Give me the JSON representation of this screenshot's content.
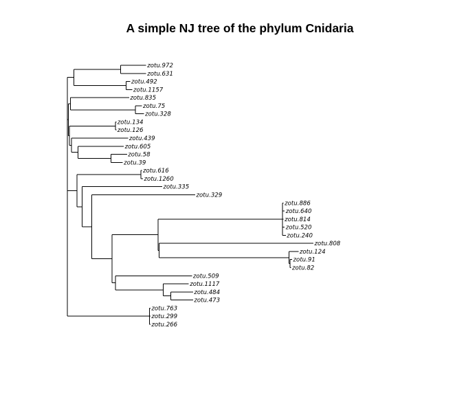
{
  "title": "A simple NJ tree of the phylum Cnidaria",
  "tree": {
    "children": [
      {
        "children": [
          {
            "children": [
              {
                "label": "zotu.972",
                "len": 2.4
              },
              {
                "label": "zotu.631",
                "len": 2.4
              }
            ],
            "len": 4.4
          },
          {
            "children": [
              {
                "label": "zotu.492",
                "len": 0.4
              },
              {
                "label": "zotu.1157",
                "len": 0.6
              }
            ],
            "len": 4.9
          }
        ],
        "len": 0.6
      },
      {
        "children": [
          {
            "children": [
              {
                "label": "zotu.835",
                "len": 5.5
              },
              {
                "children": [
                  {
                    "label": "zotu.75",
                    "len": 0.6
                  },
                  {
                    "label": "zotu.328",
                    "len": 0.8
                  }
                ],
                "len": 6.1
              }
            ],
            "len": 0.2
          },
          {
            "children": [
              {
                "children": [
                  {
                    "label": "zotu.134",
                    "len": 0.1
                  },
                  {
                    "label": "zotu.126",
                    "len": 0.1
                  }
                ],
                "len": 4.3
              },
              {
                "children": [
                  {
                    "label": "zotu.439",
                    "len": 5.3
                  },
                  {
                    "children": [
                      {
                        "label": "zotu.605",
                        "len": 4.3
                      },
                      {
                        "children": [
                          {
                            "label": "zotu.58",
                            "len": 1.5
                          },
                          {
                            "label": "zotu.39",
                            "len": 1.1
                          }
                        ],
                        "len": 3.1
                      }
                    ],
                    "len": 0.6
                  }
                ],
                "len": 0.2
              }
            ],
            "len": 0.1
          }
        ],
        "len": 0.1
      },
      {
        "children": [
          {
            "children": [
              {
                "label": "zotu.616",
                "len": 0.1
              },
              {
                "label": "zotu.1260",
                "len": 0.2
              }
            ],
            "len": 6.0
          },
          {
            "children": [
              {
                "label": "zotu.335",
                "len": 7.5
              },
              {
                "children": [
                  {
                    "label": "zotu.329",
                    "len": 9.7
                  },
                  {
                    "children": [
                      {
                        "children": [
                          {
                            "children": [
                              {
                                "label": "zotu.886",
                                "len": 0.1
                              },
                              {
                                "label": "zotu.640",
                                "len": 0.2
                              },
                              {
                                "label": "zotu.814",
                                "len": 0.1
                              },
                              {
                                "label": "zotu.520",
                                "len": 0.2
                              },
                              {
                                "label": "zotu.240",
                                "len": 0.3
                              }
                            ],
                            "len": 11.7
                          },
                          {
                            "children": [
                              {
                                "label": "zotu.808",
                                "len": 14.5
                              },
                              {
                                "children": [
                                  {
                                    "label": "zotu.124",
                                    "len": 0.9
                                  },
                                  {
                                    "children": [
                                      {
                                        "label": "zotu.91",
                                        "len": 0.2
                                      },
                                      {
                                        "label": "zotu.82",
                                        "len": 0.1
                                      }
                                    ],
                                    "len": 0.1
                                  }
                                ],
                                "len": 12.2
                              }
                            ],
                            "len": 0.1
                          }
                        ],
                        "len": 4.3
                      },
                      {
                        "children": [
                          {
                            "label": "zotu.509",
                            "len": 7.2
                          },
                          {
                            "children": [
                              {
                                "label": "zotu.1117",
                                "len": 2.4
                              },
                              {
                                "children": [
                                  {
                                    "label": "zotu.484",
                                    "len": 2.1
                                  },
                                  {
                                    "label": "zotu.473",
                                    "len": 2.1
                                  }
                                ],
                                "len": 0.7
                              }
                            ],
                            "len": 4.5
                          }
                        ],
                        "len": 0.3
                      }
                    ],
                    "len": 1.9
                  }
                ],
                "len": 0.9
              }
            ],
            "len": 0.5
          }
        ],
        "len": 0.9
      },
      {
        "children": [
          {
            "label": "zotu.763",
            "len": 0.1
          },
          {
            "label": "zotu.299",
            "len": 0.1
          },
          {
            "label": "zotu.266",
            "len": 0.1
          }
        ],
        "len": 7.7
      }
    ]
  }
}
